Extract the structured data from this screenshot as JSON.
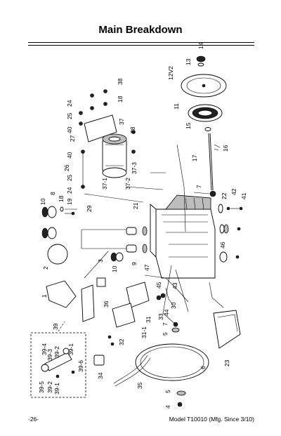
{
  "page_title": "Main Breakdown",
  "page_number": "-26-",
  "model_text": "Model T10010 (Mfg. Since 3/10)",
  "callouts": [
    "14",
    "13",
    "12V2",
    "38",
    "18",
    "24",
    "25",
    "40",
    "27",
    "37",
    "28",
    "11",
    "15",
    "16",
    "17",
    "40",
    "26",
    "25",
    "24",
    "37-1",
    "37-2",
    "37-3",
    "7",
    "22",
    "42",
    "41",
    "10",
    "8",
    "18",
    "19",
    "29",
    "21",
    "2",
    "3",
    "46",
    "10",
    "9",
    "47",
    "1",
    "36",
    "45",
    "43",
    "33",
    "44",
    "30",
    "31",
    "7",
    "5",
    "39",
    "39-4",
    "39-3",
    "39-2",
    "39-1",
    "39-6",
    "39-5",
    "39-2",
    "39-1",
    "32",
    "31-1",
    "34",
    "35",
    "6",
    "23",
    "5",
    "4"
  ]
}
